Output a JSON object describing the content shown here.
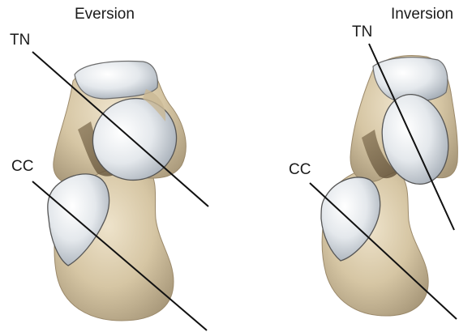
{
  "panels": {
    "left": {
      "title": "Eversion",
      "axis_1": "TN",
      "axis_2": "CC"
    },
    "right": {
      "title": "Inversion",
      "axis_1": "TN",
      "axis_2": "CC"
    }
  },
  "colors": {
    "bone_shadow": "#b8a888",
    "bone_body": "#d6c6a4",
    "bone_light": "#e8dcc2",
    "cartilage": "#dfe3e8",
    "cartilage_shadow": "#aab2bb",
    "line": "#111111",
    "text": "#1a1a1a"
  }
}
